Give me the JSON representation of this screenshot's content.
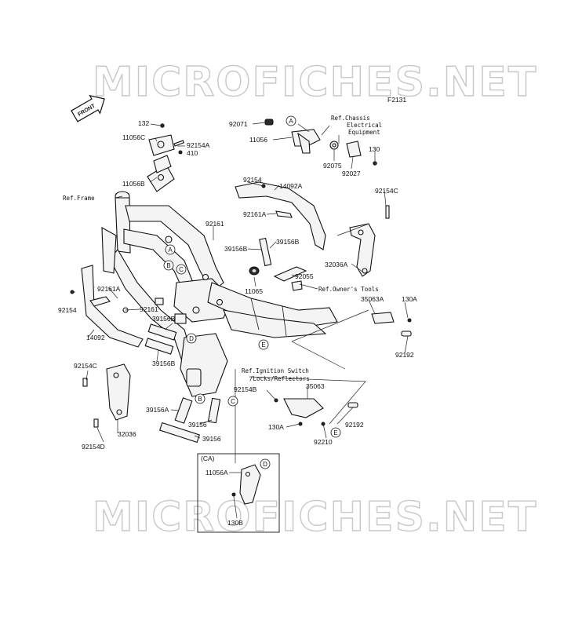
{
  "watermark": "MICROFICHES.NET",
  "figure_code": "F2131",
  "front_indicator": "FRONT",
  "inset_label": "(CA)",
  "references": {
    "ref_frame": "Ref.Frame",
    "ref_chassis": [
      "Ref.Chassis",
      "Electrical",
      "Equipment"
    ],
    "ref_owners_tools": "Ref.Owner's Tools",
    "ref_ignition": [
      "Ref.Ignition Switch",
      "/Locks/Reflectors"
    ]
  },
  "callouts": {
    "A1": "A",
    "A2": "A",
    "B1": "B",
    "B2": "B",
    "C1": "C",
    "C2": "C",
    "D1": "D",
    "D2": "D",
    "E1": "E",
    "E2": "E"
  },
  "parts": {
    "p132": "132",
    "p11056C": "11056C",
    "p92154A": "92154A",
    "p410": "410",
    "p11056B": "11056B",
    "p92071": "92071",
    "p11056": "11056",
    "p92075": "92075",
    "p92027": "92027",
    "p130": "130",
    "p92154_top": "92154",
    "p14092A": "14092A",
    "p92154C_r": "92154C",
    "p92161A_top": "92161A",
    "p92161_top": "92161",
    "p39156B_r": "39156B",
    "p39156B_m": "39156B",
    "p32036A": "32036A",
    "p92055": "92055",
    "p11065": "11065",
    "p35063A": "35063A",
    "p130A_r": "130A",
    "p92192_r": "92192",
    "p92161A_l": "92161A",
    "p92154_l": "92154",
    "p92161_l": "92161",
    "p39156B_l1": "39156B",
    "p14092": "14092",
    "p39156B_l2": "39156B",
    "p92154C_l": "92154C",
    "p92154B": "92154B",
    "p35063": "35063",
    "p39156A": "39156A",
    "p39156_a": "39156",
    "p32036": "32036",
    "p92154D": "92154D",
    "p39156_b": "39156",
    "p130A_b": "130A",
    "p92210": "92210",
    "p92192_b": "92192",
    "p11056A": "11056A",
    "p130B": "130B"
  }
}
